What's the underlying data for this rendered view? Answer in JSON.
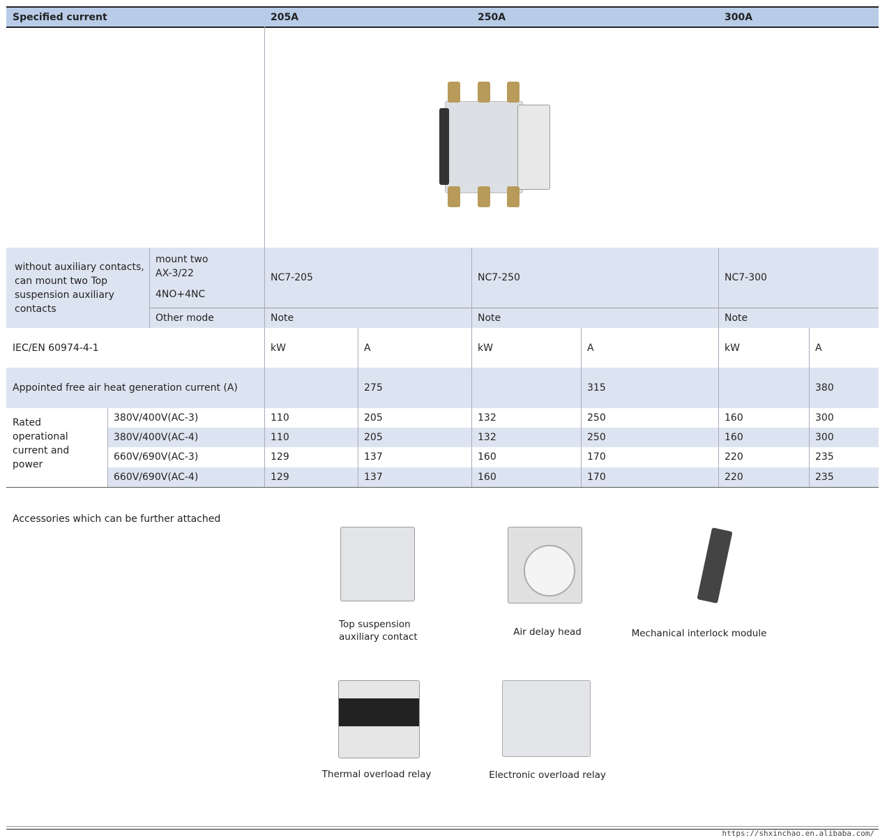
{
  "header": {
    "label": "Specified current",
    "cols": [
      "205A",
      "250A",
      "300A"
    ]
  },
  "mount": {
    "group": "without auxiliary contacts, can mount two Top suspension auxiliary contacts",
    "label1": "mount two",
    "label2": "AX-3/22",
    "label3": "4NO+4NC",
    "models": [
      "NC7-205",
      "NC7-250",
      "NC7-300"
    ],
    "other_label": "Other mode",
    "other_values": [
      "Note",
      "Note",
      "Note"
    ]
  },
  "iec": {
    "label": "IEC/EN 60974-4-1",
    "units": [
      "kW",
      "A",
      "kW",
      "A",
      "kW",
      "A"
    ]
  },
  "appointed": {
    "label": "Appointed free air heat generation current (A)",
    "values": [
      "275",
      "315",
      "380"
    ]
  },
  "rated": {
    "label": "Rated operational current and power",
    "rows": [
      {
        "v": "380V/400V(AC-3)",
        "vals": [
          "110",
          "205",
          "132",
          "250",
          "160",
          "300"
        ]
      },
      {
        "v": "380V/400V(AC-4)",
        "vals": [
          "110",
          "205",
          "132",
          "250",
          "160",
          "300"
        ]
      },
      {
        "v": "660V/690V(AC-3)",
        "vals": [
          "129",
          "137",
          "160",
          "170",
          "220",
          "235"
        ]
      },
      {
        "v": "660V/690V(AC-4)",
        "vals": [
          "129",
          "137",
          "160",
          "170",
          "220",
          "235"
        ]
      }
    ]
  },
  "accessories": {
    "title": "Accessories which can be further attached",
    "items": [
      "Top suspension auxiliary contact",
      "Air delay head",
      "Mechanical interlock module",
      "Thermal overload relay",
      "Electronic overload relay"
    ]
  },
  "footer": {
    "url": "https://shxinchao.en.alibaba.com/"
  }
}
